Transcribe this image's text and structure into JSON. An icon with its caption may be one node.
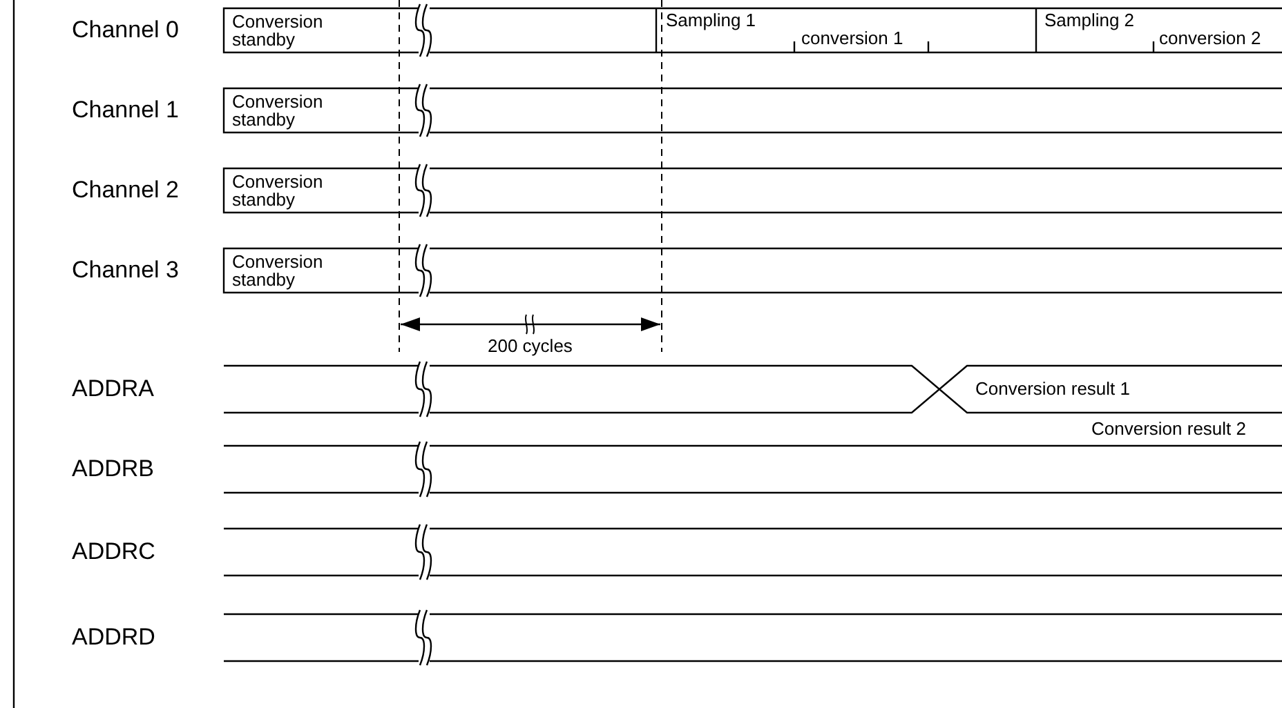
{
  "diagram": {
    "labels": [
      "Channel 0",
      "Conversion standby",
      "Sampling 1",
      "conversion 1",
      "Sampling 2",
      "conversion 2",
      "Channel 1",
      "Conversion standby",
      "Channel 2",
      "Conversion standby",
      "Channel 3",
      "Conversion standby",
      "200 cycles",
      "ADDRA",
      "Conversion result 1",
      "Conversion result 2",
      "ADDRB",
      "ADDRC",
      "ADDRD"
    ]
  }
}
